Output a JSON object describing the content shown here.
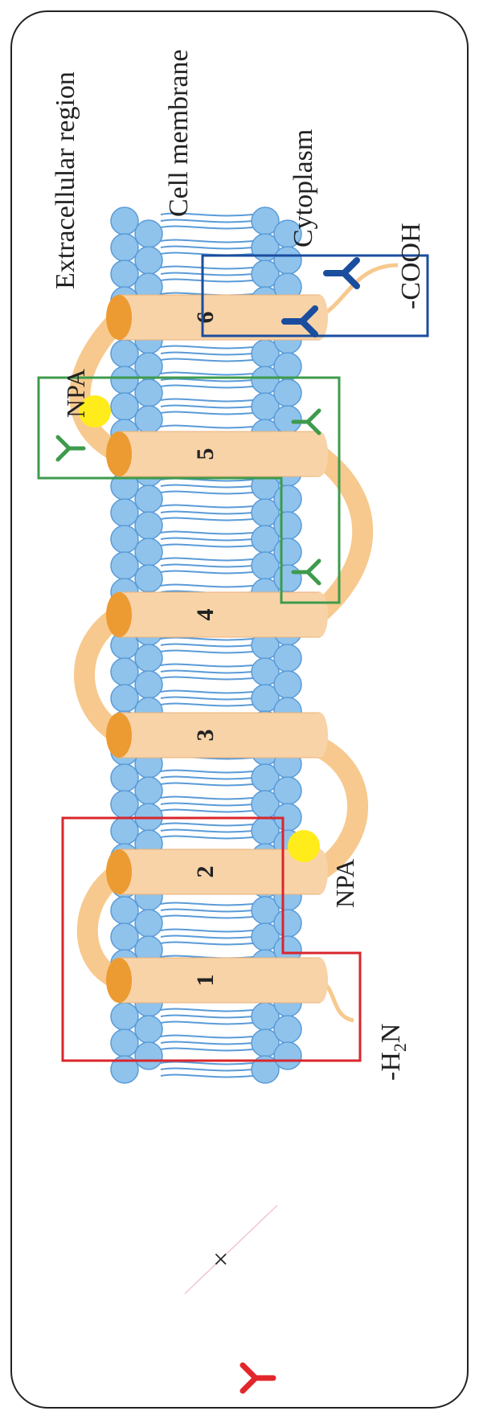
{
  "labels": {
    "extracellular": "Extracellular region",
    "membrane": "Cell membrane",
    "cytoplasm": "Cytoplasm",
    "cooh": "-COOH",
    "h2n_prefix": "-H",
    "h2n_sub": "2",
    "h2n_suffix": "N",
    "npa_top": "NPA",
    "npa_bottom": "NPA",
    "cross_mark": "×"
  },
  "helices": [
    "1",
    "2",
    "3",
    "4",
    "5",
    "6"
  ],
  "colors": {
    "lipid_head": "#8fc3ec",
    "lipid_tail": "#5a9bd8",
    "helix_body": "#f8d3a8",
    "helix_cap": "#ec9a32",
    "loop": "#f7c98e",
    "npa_dot": "#ffec1a",
    "box_red": "#d9262c",
    "box_green": "#3e9b4c",
    "box_blue": "#1a4d9e",
    "antibody_red": "#e2262c",
    "antibody_green": "#3e9b4c",
    "antibody_blue": "#1a4d9e",
    "border": "#222222"
  }
}
